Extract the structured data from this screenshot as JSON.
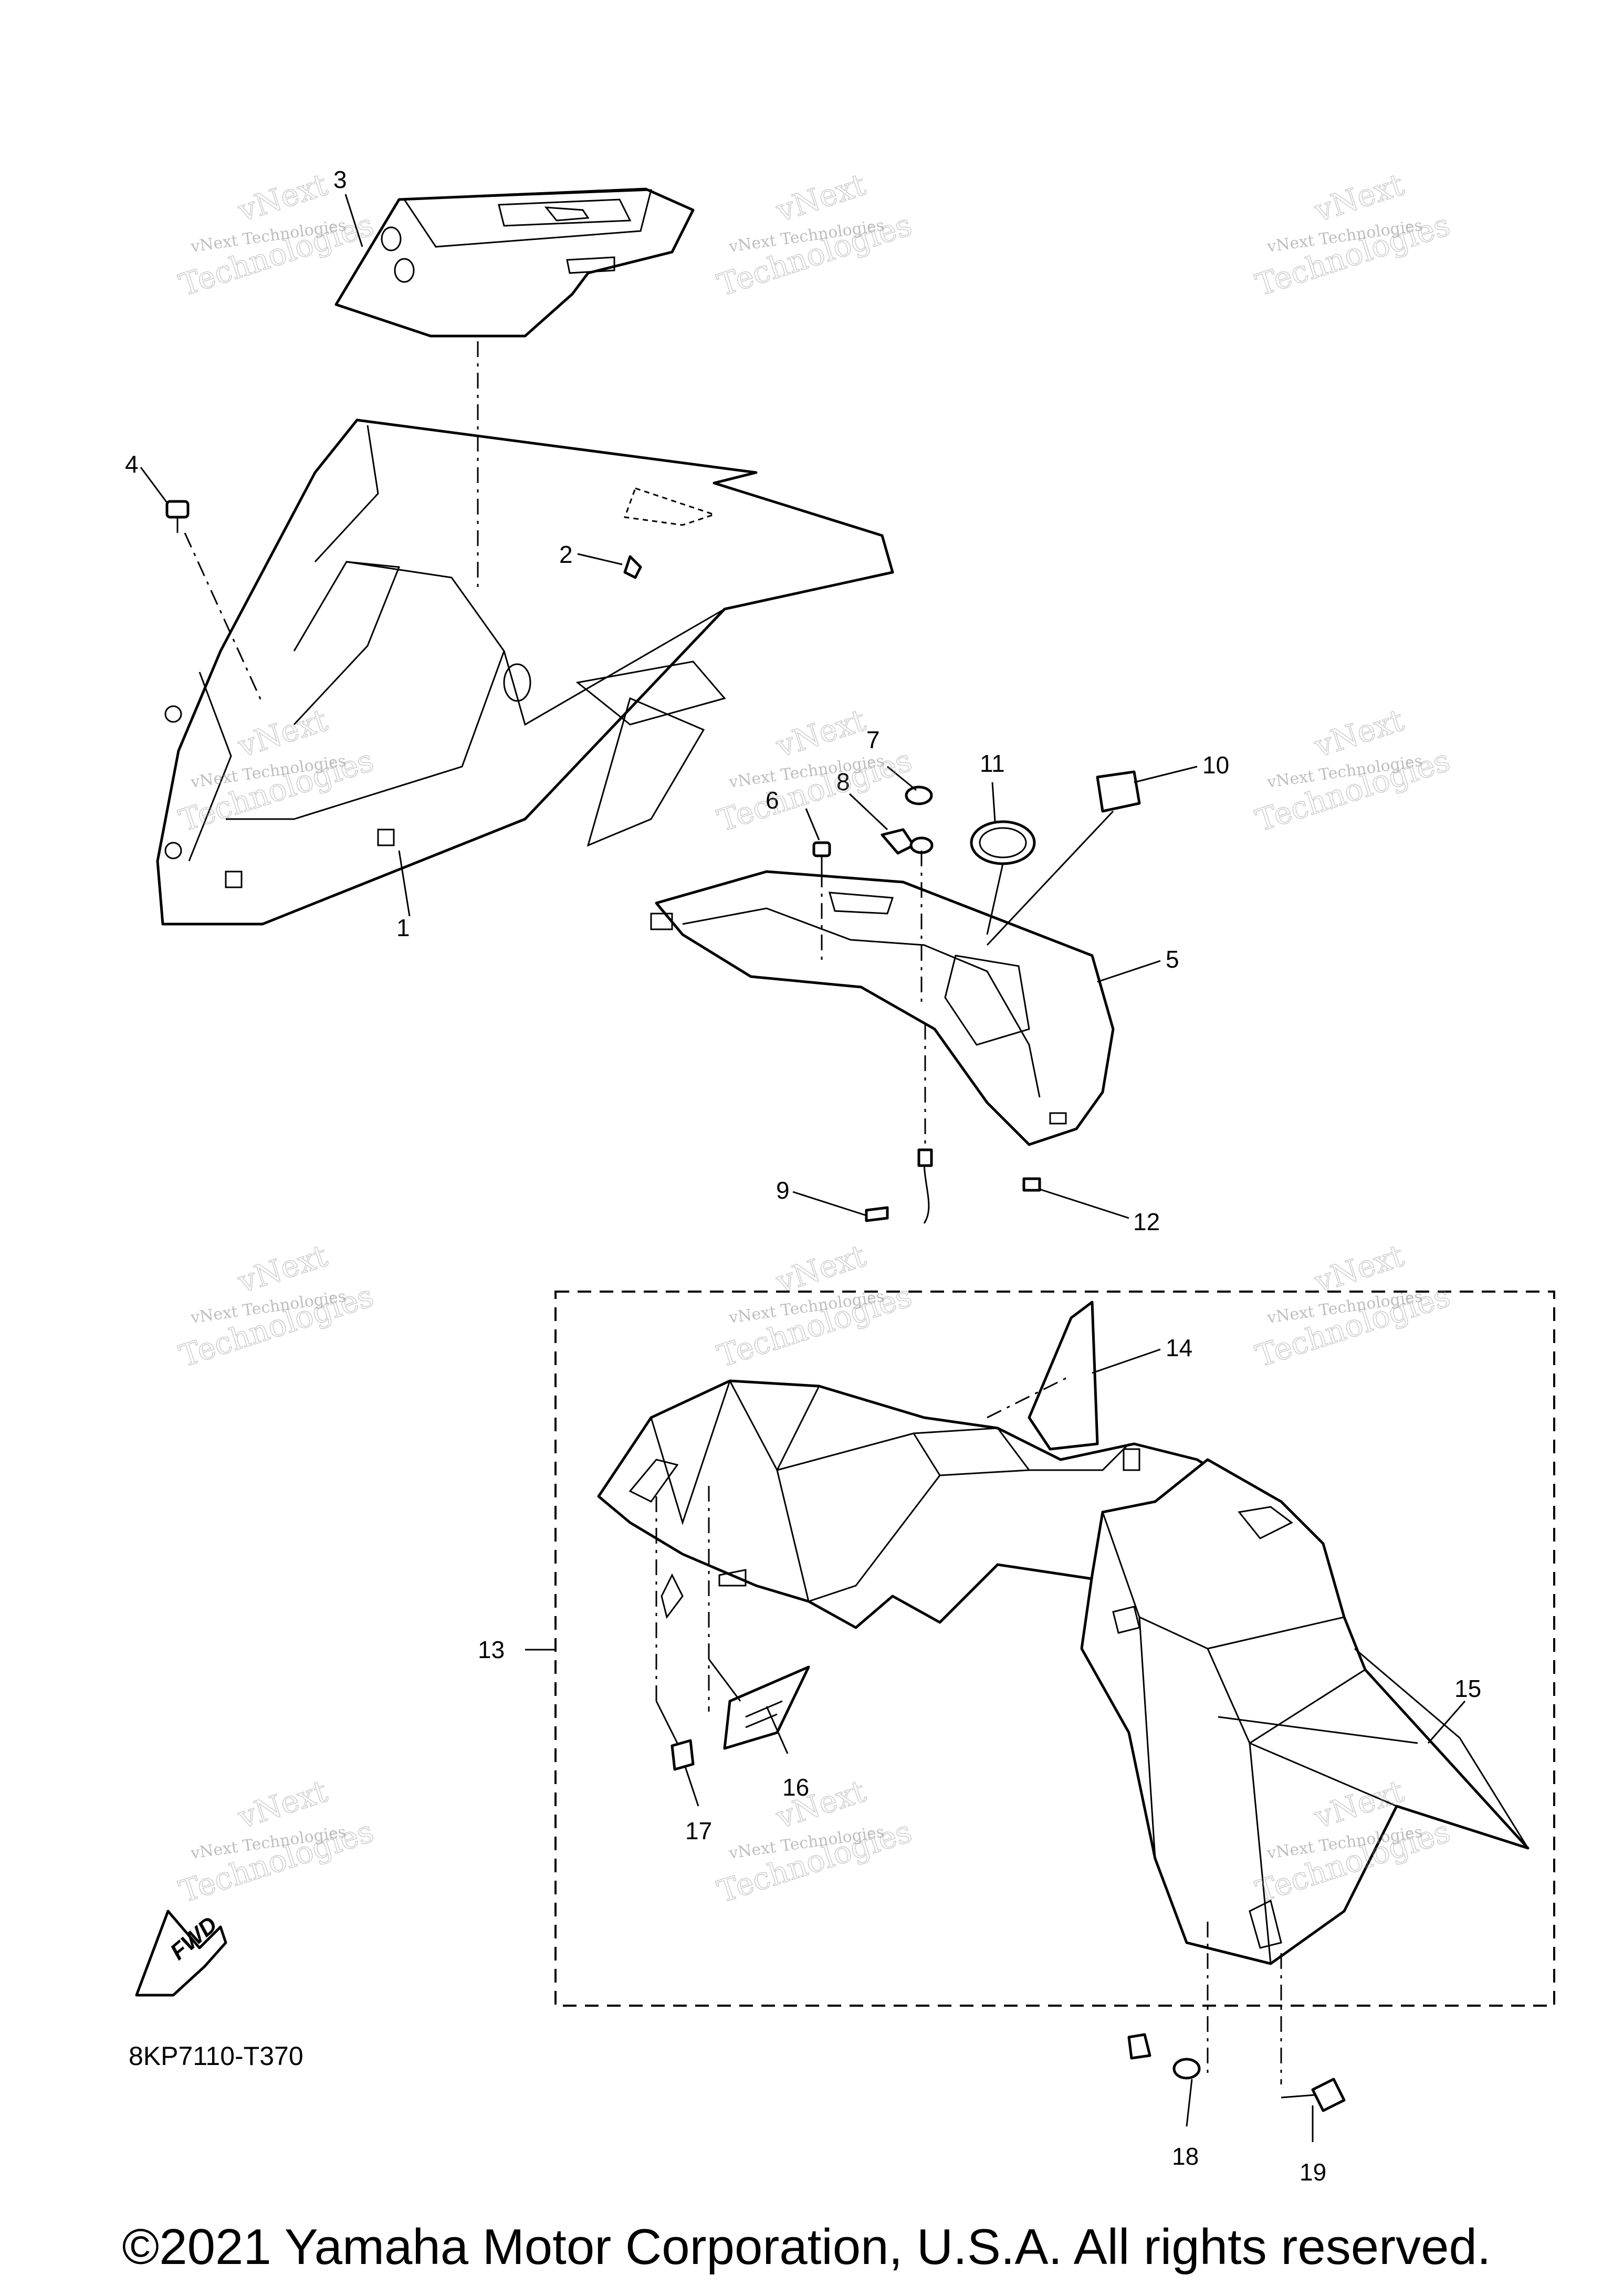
{
  "callouts": [
    {
      "id": "1",
      "label": "1"
    },
    {
      "id": "2",
      "label": "2"
    },
    {
      "id": "3",
      "label": "3"
    },
    {
      "id": "4",
      "label": "4"
    },
    {
      "id": "5",
      "label": "5"
    },
    {
      "id": "6",
      "label": "6"
    },
    {
      "id": "7",
      "label": "7"
    },
    {
      "id": "8",
      "label": "8"
    },
    {
      "id": "9",
      "label": "9"
    },
    {
      "id": "10",
      "label": "10"
    },
    {
      "id": "11",
      "label": "11"
    },
    {
      "id": "12",
      "label": "12"
    },
    {
      "id": "13",
      "label": "13"
    },
    {
      "id": "14",
      "label": "14"
    },
    {
      "id": "15",
      "label": "15"
    },
    {
      "id": "16",
      "label": "16"
    },
    {
      "id": "17",
      "label": "17"
    },
    {
      "id": "18",
      "label": "18"
    },
    {
      "id": "19",
      "label": "19"
    }
  ],
  "watermark": {
    "line1": "vNext Technologies",
    "line2": "vNext",
    "line3": "Technologies"
  },
  "fwd_label": "FWD",
  "diagram_code": "8KP7110-T370",
  "copyright": "©2021 Yamaha Motor Corporation, U.S.A. All rights reserved."
}
